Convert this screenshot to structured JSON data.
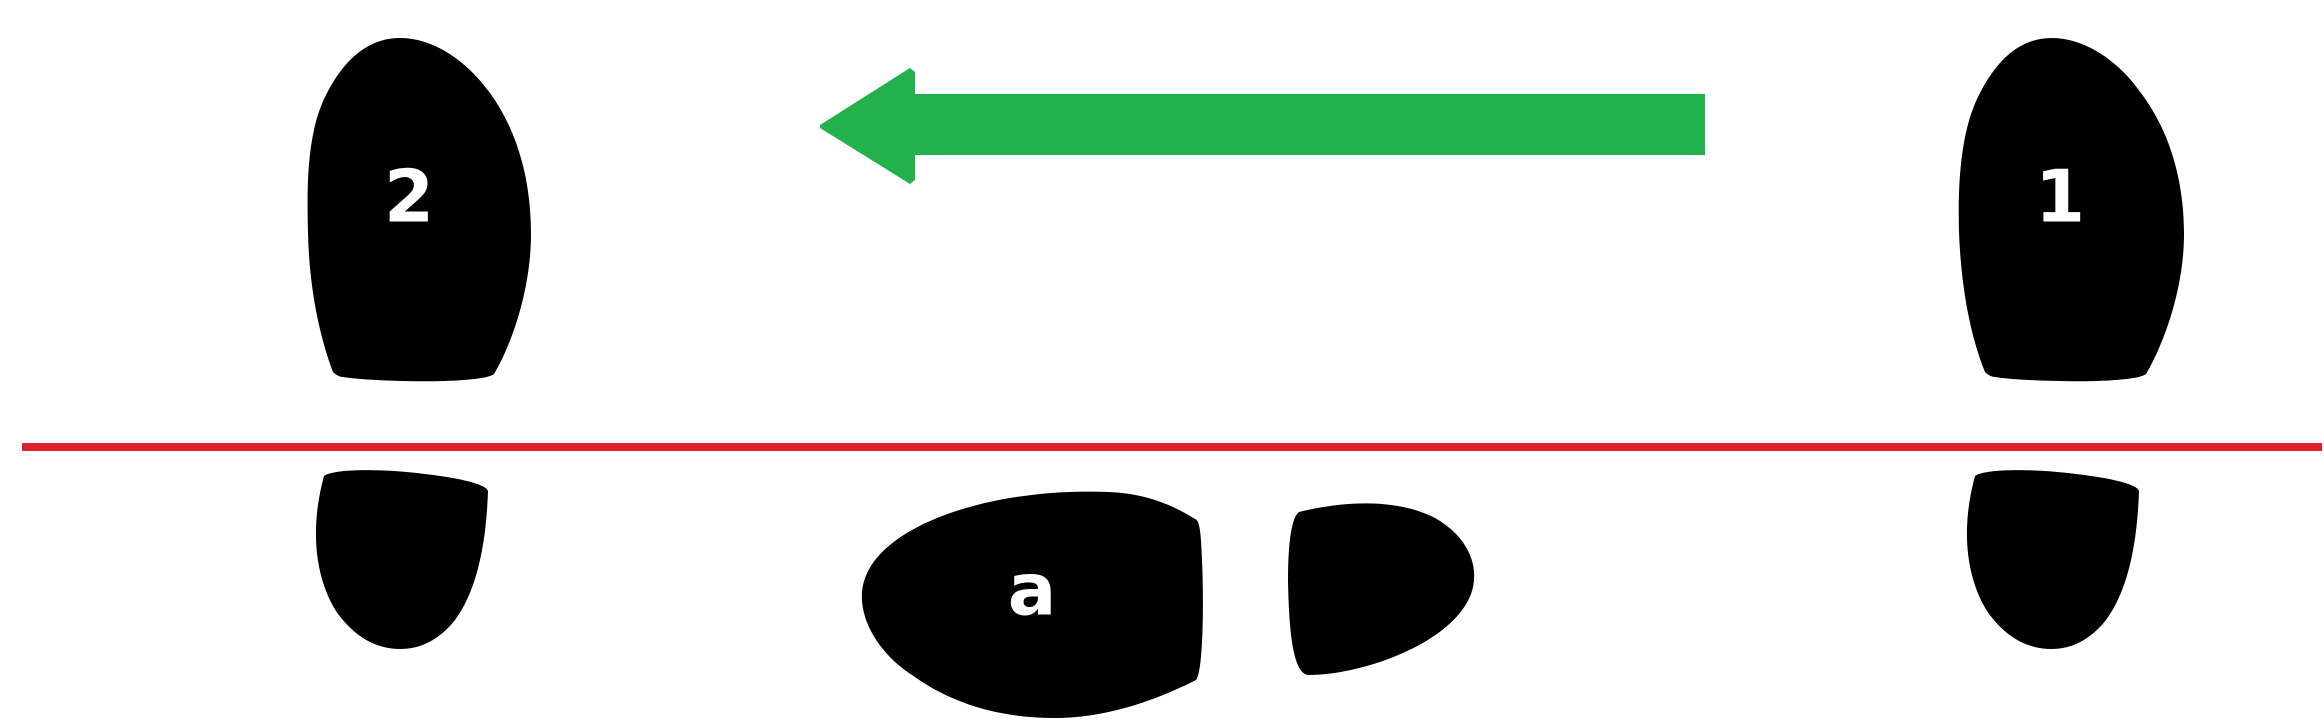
{
  "diagram": {
    "colors": {
      "background": "#ffffff",
      "footprint": "#000000",
      "text": "#ffffff",
      "arrow": "#22b14c",
      "divider": "#e0202b"
    },
    "labels": {
      "footprint_left": "2",
      "footprint_right": "1",
      "center_shape": "a"
    }
  }
}
